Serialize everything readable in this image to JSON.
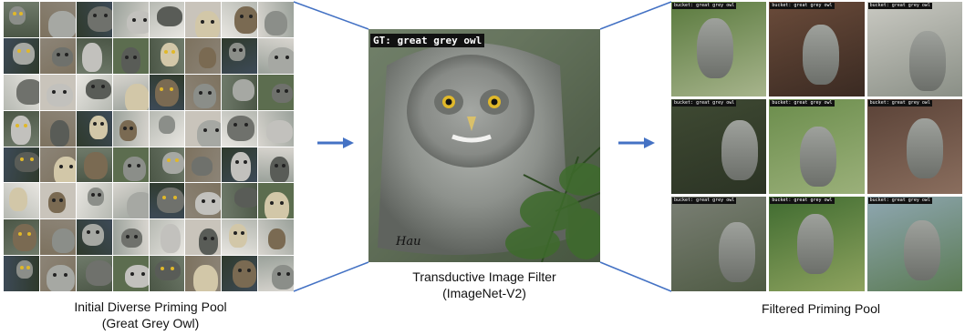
{
  "left_panel": {
    "caption_line1": "Initial Diverse Priming Pool",
    "caption_line2": "(Great Grey Owl)"
  },
  "center_panel": {
    "gt_label": "GT: great grey owl",
    "signature": "Hau",
    "caption_line1": "Transductive Image Filter",
    "caption_line2": "(ImageNet-V2)"
  },
  "right_panel": {
    "tile_label": "bucket: great grey owl",
    "caption": "Filtered Priming Pool"
  },
  "colors": {
    "arrow": "#4472c4",
    "connector": "#4472c4"
  }
}
